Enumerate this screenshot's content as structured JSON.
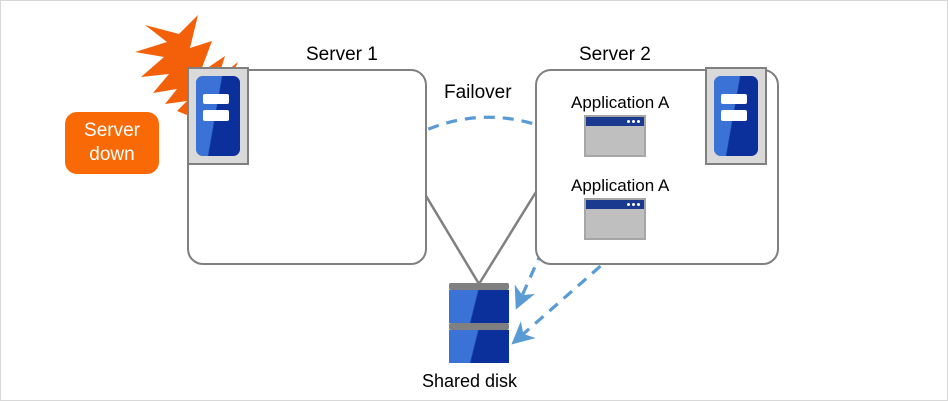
{
  "diagram": {
    "title_server1": "Server 1",
    "title_server2": "Server 2",
    "failover_label": "Failover",
    "shared_disk_label": "Shared disk",
    "alert": {
      "line1": "Server",
      "line2": "down"
    },
    "applications": [
      {
        "label": "Application A"
      },
      {
        "label": "Application A"
      }
    ],
    "colors": {
      "alert_orange": "#F96A06",
      "burst_orange": "#F4600A",
      "box_gray": "#808080",
      "icon_blue_light": "#3A72D6",
      "icon_blue_dark": "#0B2F9B",
      "app_body_gray": "#BFBFBF",
      "app_title_blue": "#1A3A8F",
      "arrow_blue": "#5B9BD5",
      "background": "#FFFFFF"
    }
  }
}
